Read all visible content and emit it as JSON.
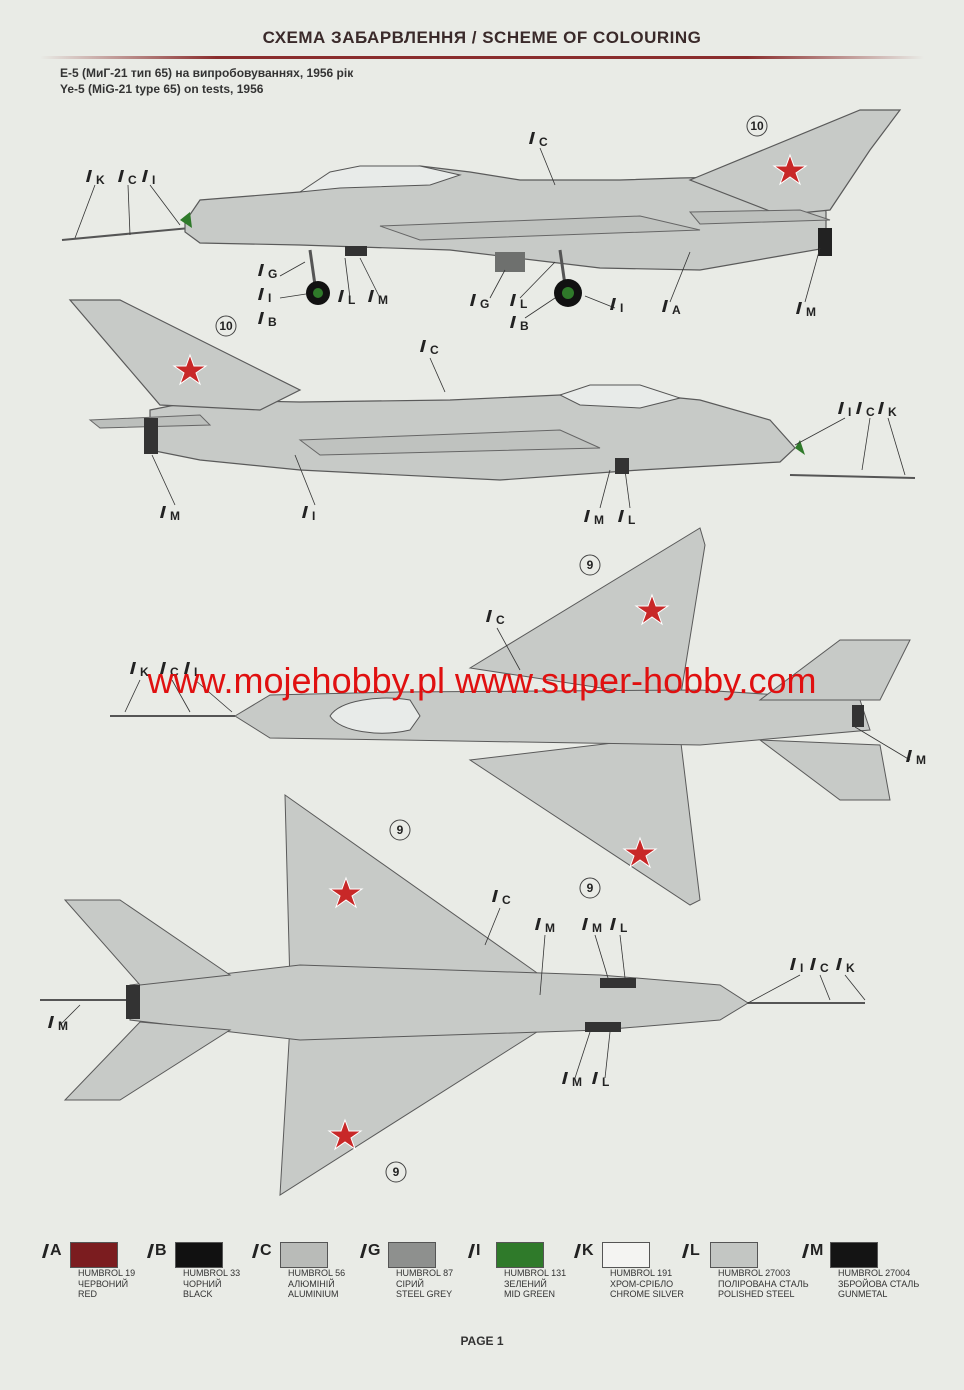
{
  "header": {
    "title": "СХЕМА ЗАБАРВЛЕННЯ / SCHEME OF COLOURING"
  },
  "subtitle": {
    "line1": "Е-5 (МиГ-21 тип 65) на випробовуваннях, 1956 рік",
    "line2": "Ye-5 (MiG-21 type 65) on tests, 1956"
  },
  "watermark": "www.mojehobby.pl www.super-hobby.com",
  "marking_number_side": "10",
  "marking_number_plan": "9",
  "callouts": {
    "A": "A",
    "B": "B",
    "C": "C",
    "G": "G",
    "I": "I",
    "K": "K",
    "L": "L",
    "M": "M"
  },
  "legend": [
    {
      "code": "A",
      "color": "#7b1c1f",
      "line1": "HUMBROL 19",
      "line2": "ЧЕРВОНИЙ",
      "line3": "RED"
    },
    {
      "code": "B",
      "color": "#111111",
      "line1": "HUMBROL 33",
      "line2": "ЧОРНИЙ",
      "line3": "BLACK"
    },
    {
      "code": "C",
      "color": "#b9bbb8",
      "line1": "HUMBROL 56",
      "line2": "АЛЮМІНІЙ",
      "line3": "ALUMINIUM"
    },
    {
      "code": "G",
      "color": "#8e908e",
      "line1": "HUMBROL 87",
      "line2": "СІРИЙ",
      "line3": "STEEL GREY"
    },
    {
      "code": "I",
      "color": "#2f7a2a",
      "line1": "HUMBROL 131",
      "line2": "ЗЕЛЕНИЙ",
      "line3": "MID GREEN"
    },
    {
      "code": "K",
      "color": "#f4f4f2",
      "line1": "HUMBROL 191",
      "line2": "ХРОМ-СРІБЛО",
      "line3": "CHROME SILVER"
    },
    {
      "code": "L",
      "color": "#c3c6c3",
      "line1": "HUMBROL 27003",
      "line2": "ПОЛІРОВАНА СТАЛЬ",
      "line3": "POLISHED STEEL"
    },
    {
      "code": "M",
      "color": "#141414",
      "line1": "HUMBROL 27004",
      "line2": "ЗБРОЙОВА СТАЛЬ",
      "line3": "GUNMETAL"
    }
  ],
  "footer": {
    "page": "PAGE 1"
  }
}
